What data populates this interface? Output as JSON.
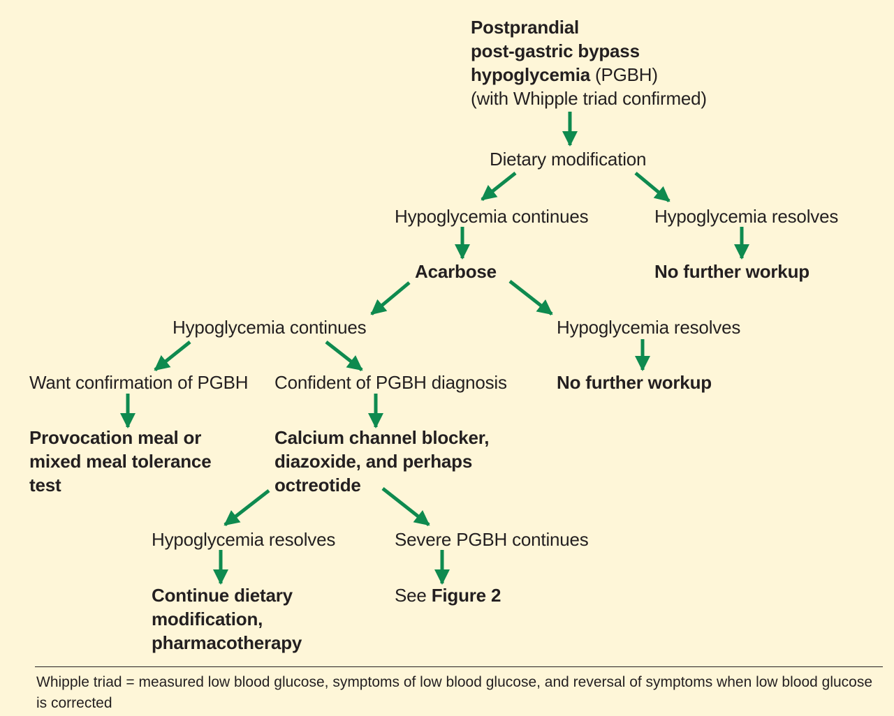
{
  "nodes": {
    "start_line1": "Postprandial",
    "start_line2": "post-gastric bypass",
    "start_line3_bold": "hypoglycemia",
    "start_line3_rest": " (PGBH)",
    "start_line4": "(with Whipple triad confirmed)",
    "dietary_modification": "Dietary modification",
    "hypo_continues_1": "Hypoglycemia continues",
    "hypo_resolves_1": "Hypoglycemia resolves",
    "acarbose": "Acarbose",
    "no_further_workup_1": "No further workup",
    "hypo_continues_2": "Hypoglycemia continues",
    "hypo_resolves_2": "Hypoglycemia resolves",
    "want_confirmation": "Want confirmation of PGBH",
    "confident_diagnosis": "Confident of PGBH diagnosis",
    "no_further_workup_2": "No further workup",
    "provocation_line1": "Provocation meal or",
    "provocation_line2": "mixed meal tolerance",
    "provocation_line3": "test",
    "ccb_line1": "Calcium channel blocker,",
    "ccb_line2": "diazoxide, and perhaps",
    "ccb_line3": "octreotide",
    "hypo_resolves_3": "Hypoglycemia resolves",
    "severe_continues": "Severe PGBH continues",
    "continue_line1": "Continue dietary",
    "continue_line2": "modification,",
    "continue_line3": "pharmacotherapy",
    "see_prefix": "See ",
    "see_figure": "Figure 2"
  },
  "footnote": "Whipple triad = measured low blood glucose, symptoms of low blood glucose, and reversal of symptoms when low blood glucose is corrected",
  "colors": {
    "background": "#fef6d8",
    "arrow": "#0e8a4f",
    "text": "#231f20"
  }
}
